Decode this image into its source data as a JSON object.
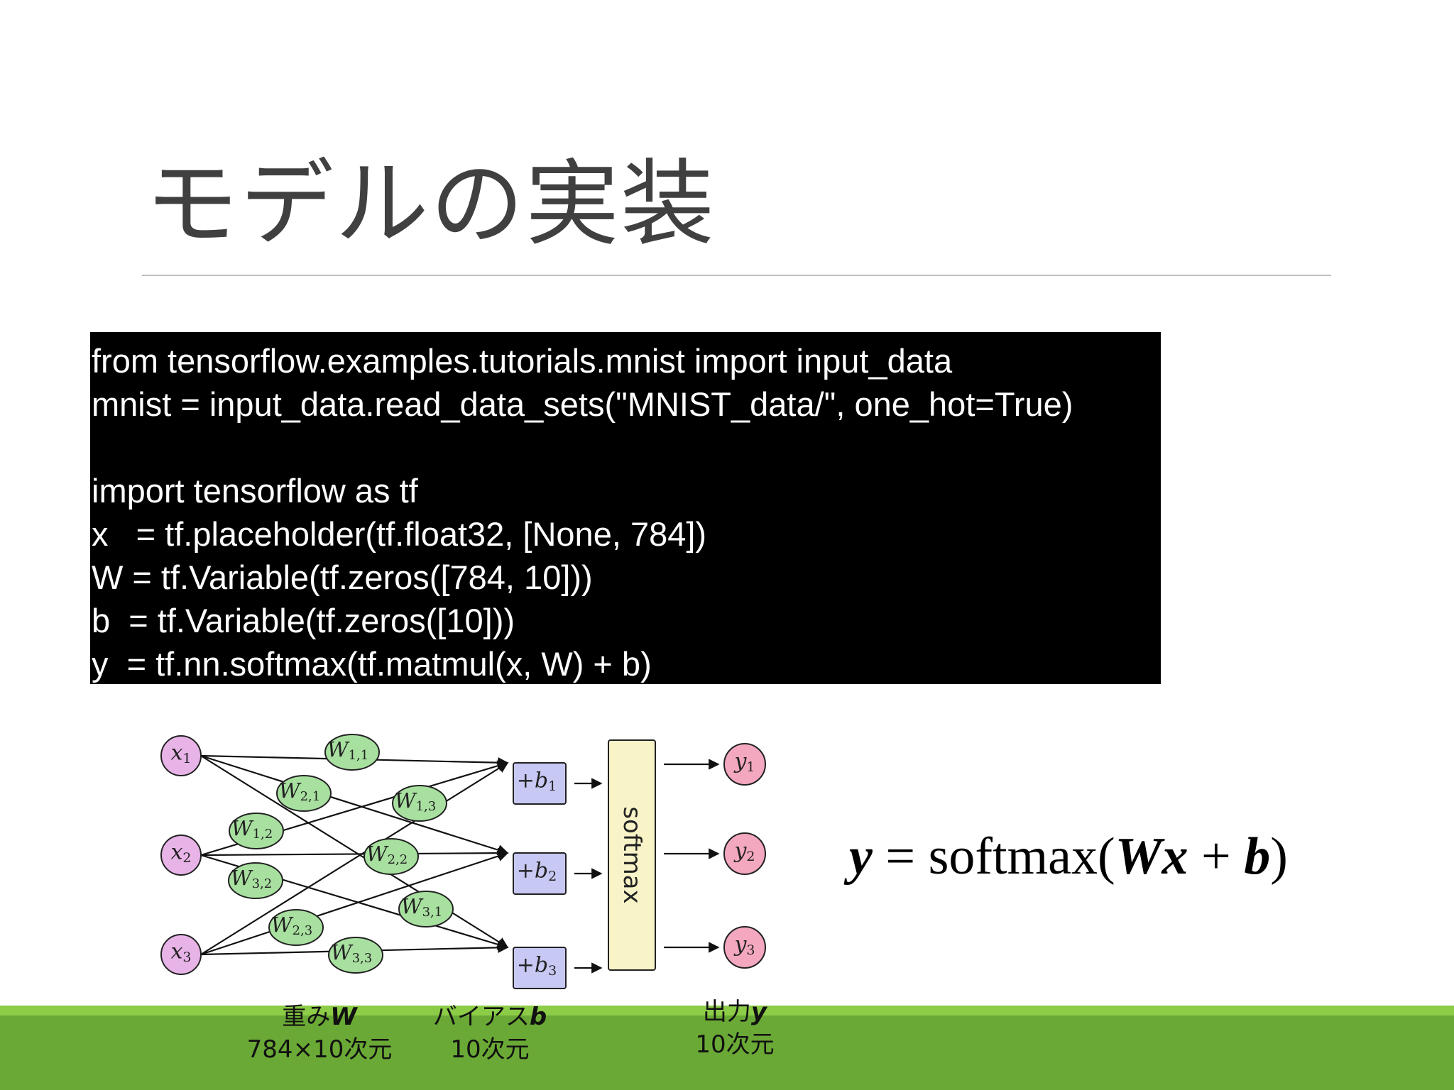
{
  "slide": {
    "title": "モデルの実装"
  },
  "code": {
    "lines": [
      "from tensorflow.examples.tutorials.mnist import input_data",
      "mnist = input_data.read_data_sets(\"MNIST_data/\", one_hot=True)",
      "",
      "import tensorflow as tf",
      "x   = tf.placeholder(tf.float32, [None, 784])",
      "W = tf.Variable(tf.zeros([784, 10]))",
      "b  = tf.Variable(tf.zeros([10]))",
      "y  = tf.nn.softmax(tf.matmul(x, W) + b)"
    ]
  },
  "diagram": {
    "inputs": [
      {
        "sym": "x",
        "sub": "1"
      },
      {
        "sym": "x",
        "sub": "2"
      },
      {
        "sym": "x",
        "sub": "3"
      }
    ],
    "weights": [
      {
        "sym": "W",
        "sub": "1,1"
      },
      {
        "sym": "W",
        "sub": "2,1"
      },
      {
        "sym": "W",
        "sub": "1,3"
      },
      {
        "sym": "W",
        "sub": "1,2"
      },
      {
        "sym": "W",
        "sub": "2,2"
      },
      {
        "sym": "W",
        "sub": "3,2"
      },
      {
        "sym": "W",
        "sub": "3,1"
      },
      {
        "sym": "W",
        "sub": "2,3"
      },
      {
        "sym": "W",
        "sub": "3,3"
      }
    ],
    "biases": [
      {
        "sym": "+b",
        "sub": "1"
      },
      {
        "sym": "+b",
        "sub": "2"
      },
      {
        "sym": "+b",
        "sub": "3"
      }
    ],
    "softmax_label": "softmax",
    "outputs": [
      {
        "sym": "y",
        "sub": "1"
      },
      {
        "sym": "y",
        "sub": "2"
      },
      {
        "sym": "y",
        "sub": "3"
      }
    ],
    "colors": {
      "input": "#e8b4e8",
      "weight": "#a8e0a0",
      "bias": "#c8c8f4",
      "softmax": "#f8f4c8",
      "output": "#f4a8c0"
    }
  },
  "formula": {
    "lhs": "y",
    "eq": " = softmax(",
    "w": "W",
    "x": "x",
    "plus": " + ",
    "b": "b",
    "close": ")"
  },
  "captions": {
    "weights": {
      "label": "重み",
      "var": "W",
      "dims": "784×10次元"
    },
    "bias": {
      "label": "バイアス",
      "var": "b",
      "dims": "10次元"
    },
    "output": {
      "label": "出力",
      "var": "y",
      "dims": "10次元"
    }
  },
  "colors": {
    "band": "#6aa935",
    "band_stripe": "#8ccc47",
    "code_bg": "#000000",
    "title": "#404040"
  }
}
